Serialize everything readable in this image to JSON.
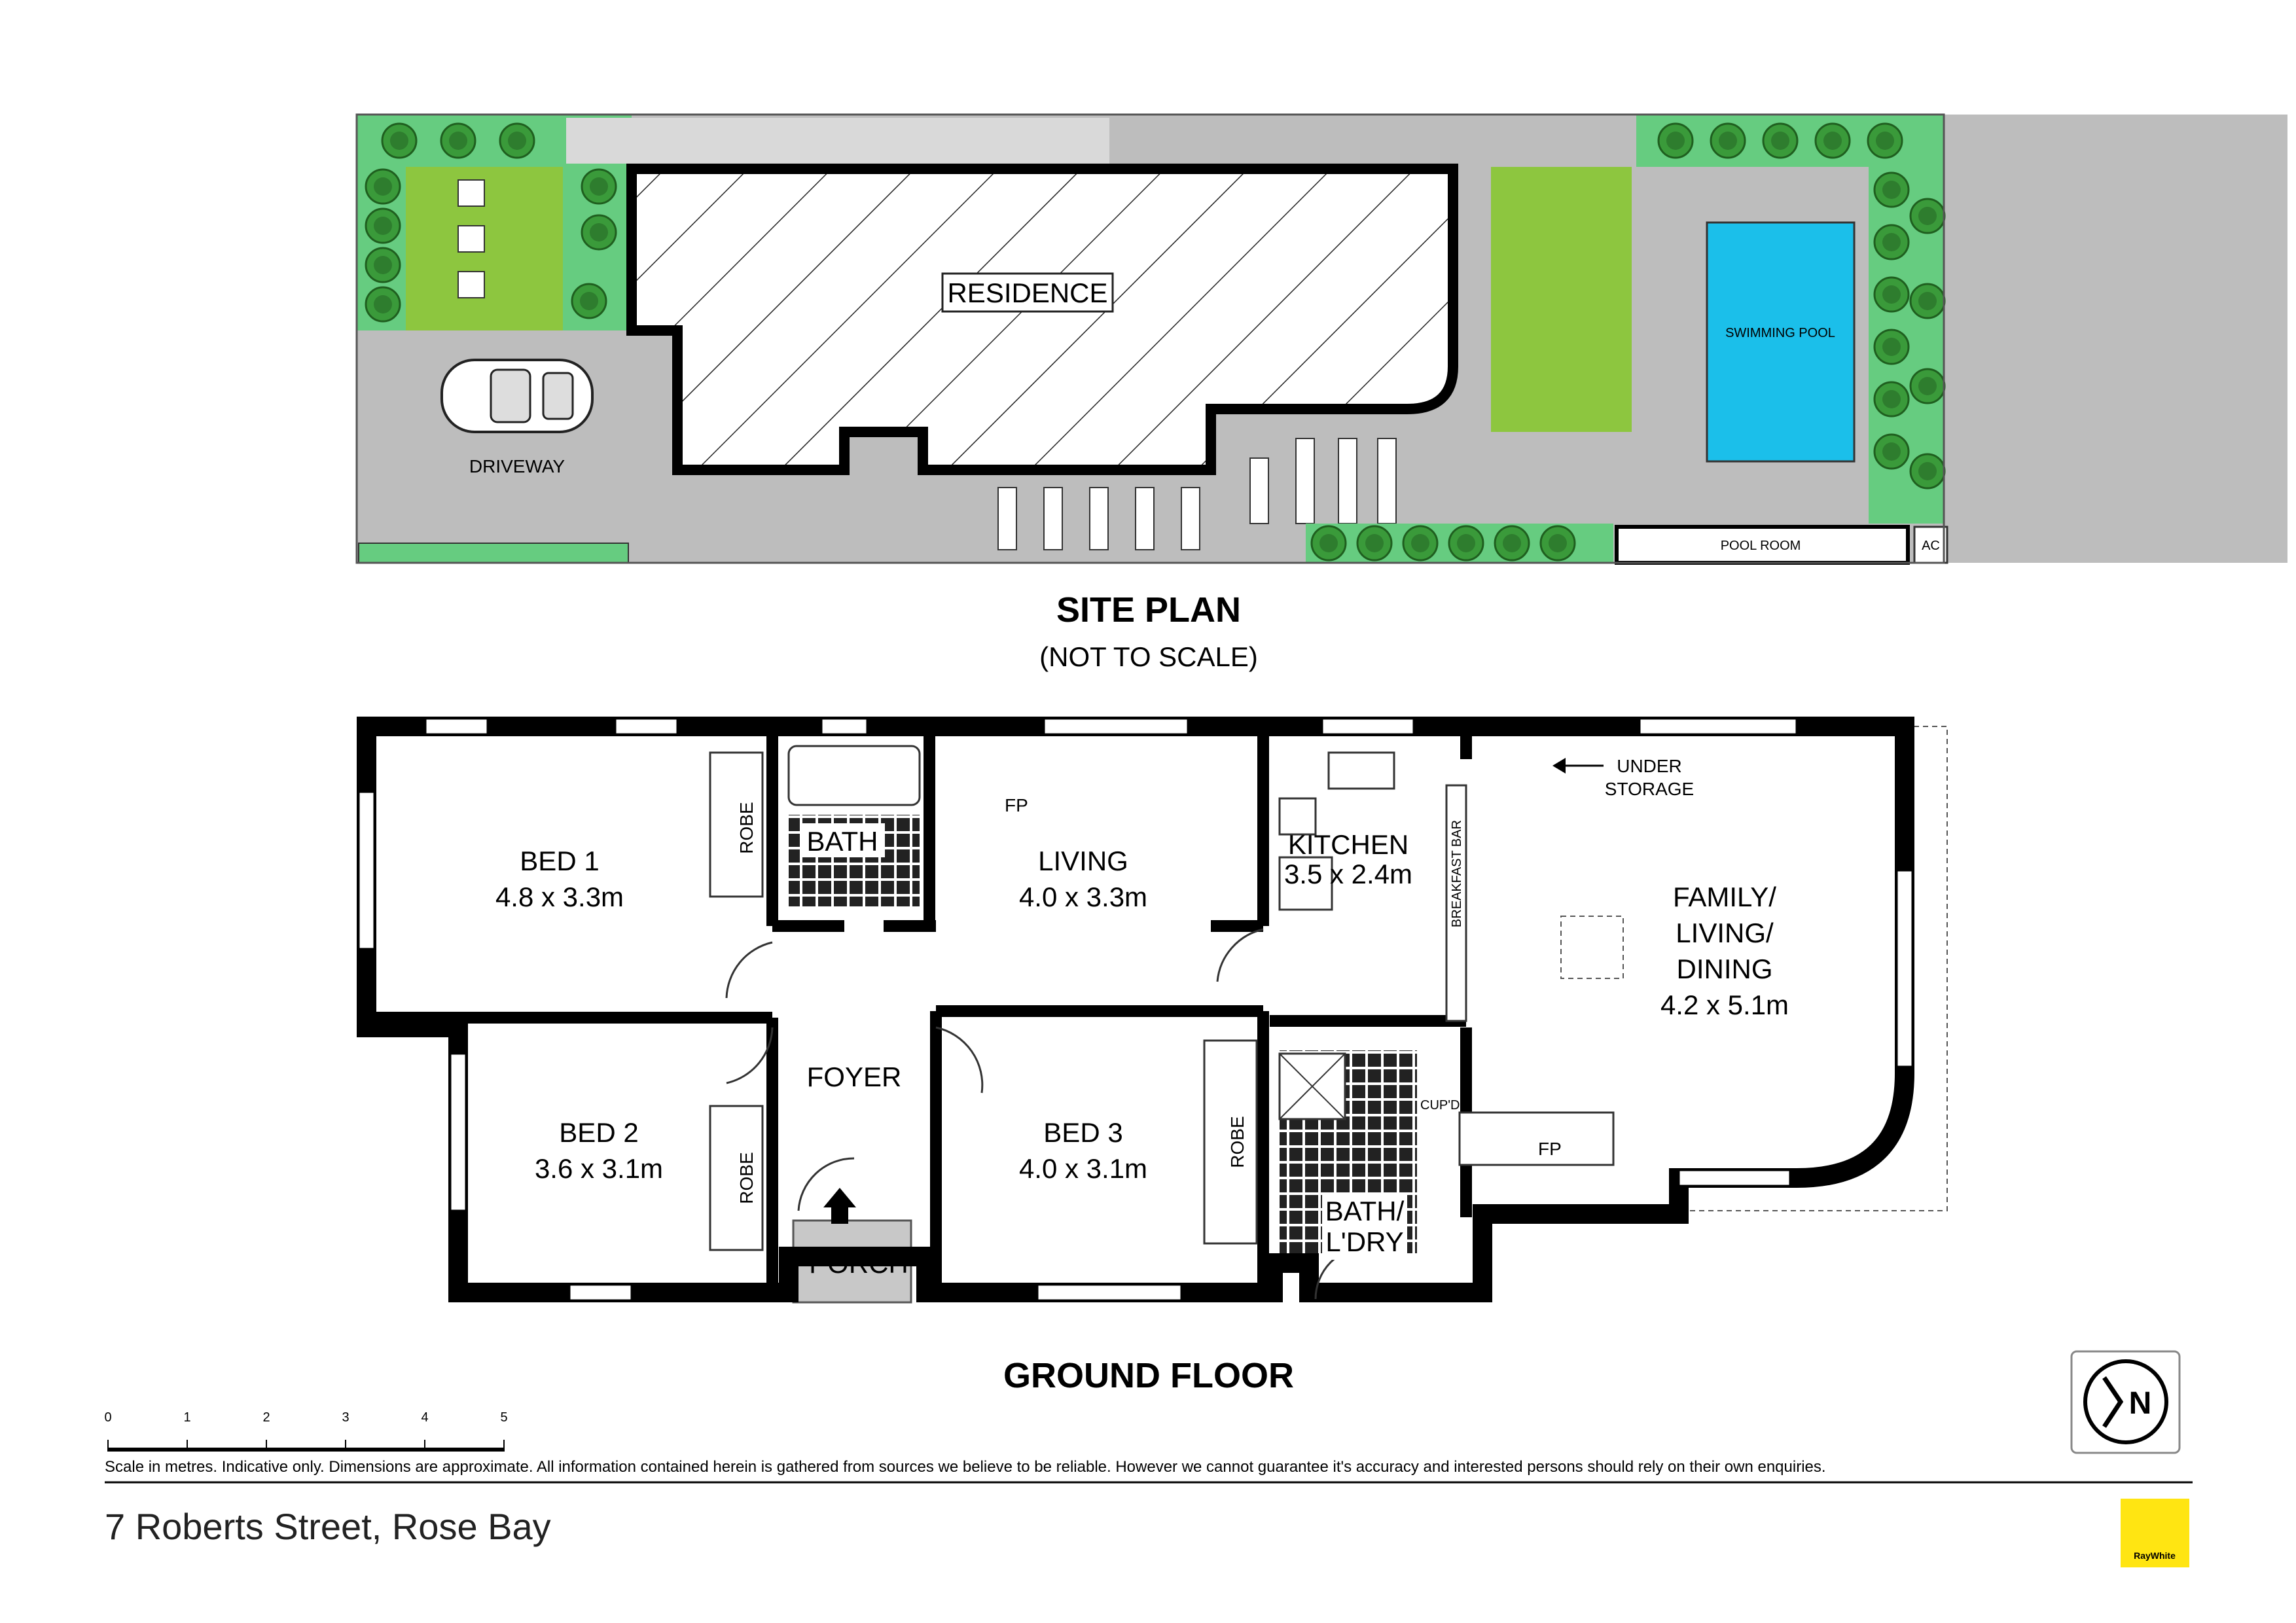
{
  "site_plan": {
    "title": "SITE PLAN",
    "subtitle": "(NOT TO SCALE)",
    "labels": {
      "residence": "RESIDENCE",
      "driveway": "DRIVEWAY",
      "swimming_pool": "SWIMMING POOL",
      "pool_room": "POOL ROOM",
      "ac": "AC"
    }
  },
  "ground_floor": {
    "title": "GROUND FLOOR",
    "rooms": {
      "bed1": {
        "name": "BED 1",
        "size": "4.8 x 3.3m"
      },
      "bed2": {
        "name": "BED 2",
        "size": "3.6 x 3.1m"
      },
      "bed3": {
        "name": "BED 3",
        "size": "4.0 x 3.1m"
      },
      "living": {
        "name": "LIVING",
        "size": "4.0 x 3.3m"
      },
      "kitchen": {
        "name": "KITCHEN",
        "size": "3.5 x 2.4m"
      },
      "family": {
        "line1": "FAMILY/",
        "line2": "LIVING/",
        "line3": "DINING",
        "size": "4.2 x 5.1m"
      },
      "bath": "BATH",
      "bath_ldry": {
        "line1": "BATH/",
        "line2": "L'DRY"
      },
      "foyer": "FOYER",
      "porch": "PORCH",
      "robe": "ROBE",
      "fp": "FP",
      "cupd": "CUP'D",
      "breakfast_bar": "BREAKFAST BAR",
      "under_storage": {
        "line1": "UNDER",
        "line2": "STORAGE"
      }
    }
  },
  "scale_bar": {
    "ticks": [
      "0",
      "1",
      "2",
      "3",
      "4",
      "5"
    ]
  },
  "disclaimer": "Scale in metres. Indicative only. Dimensions are approximate. All information contained herein is gathered from sources we believe to be reliable. However we cannot guarantee it's accuracy and interested persons should rely on their own enquiries.",
  "address": "7 Roberts Street, Rose Bay",
  "brand": {
    "name": "RayWhite",
    "color": "#FFE512"
  },
  "compass": {
    "letter": "N"
  },
  "colors": {
    "lawn": "#8DC63F",
    "garden": "#66CC80",
    "paving": "#BDBDBD",
    "pool": "#1BBFEA",
    "porch": "#C8C8C8"
  }
}
